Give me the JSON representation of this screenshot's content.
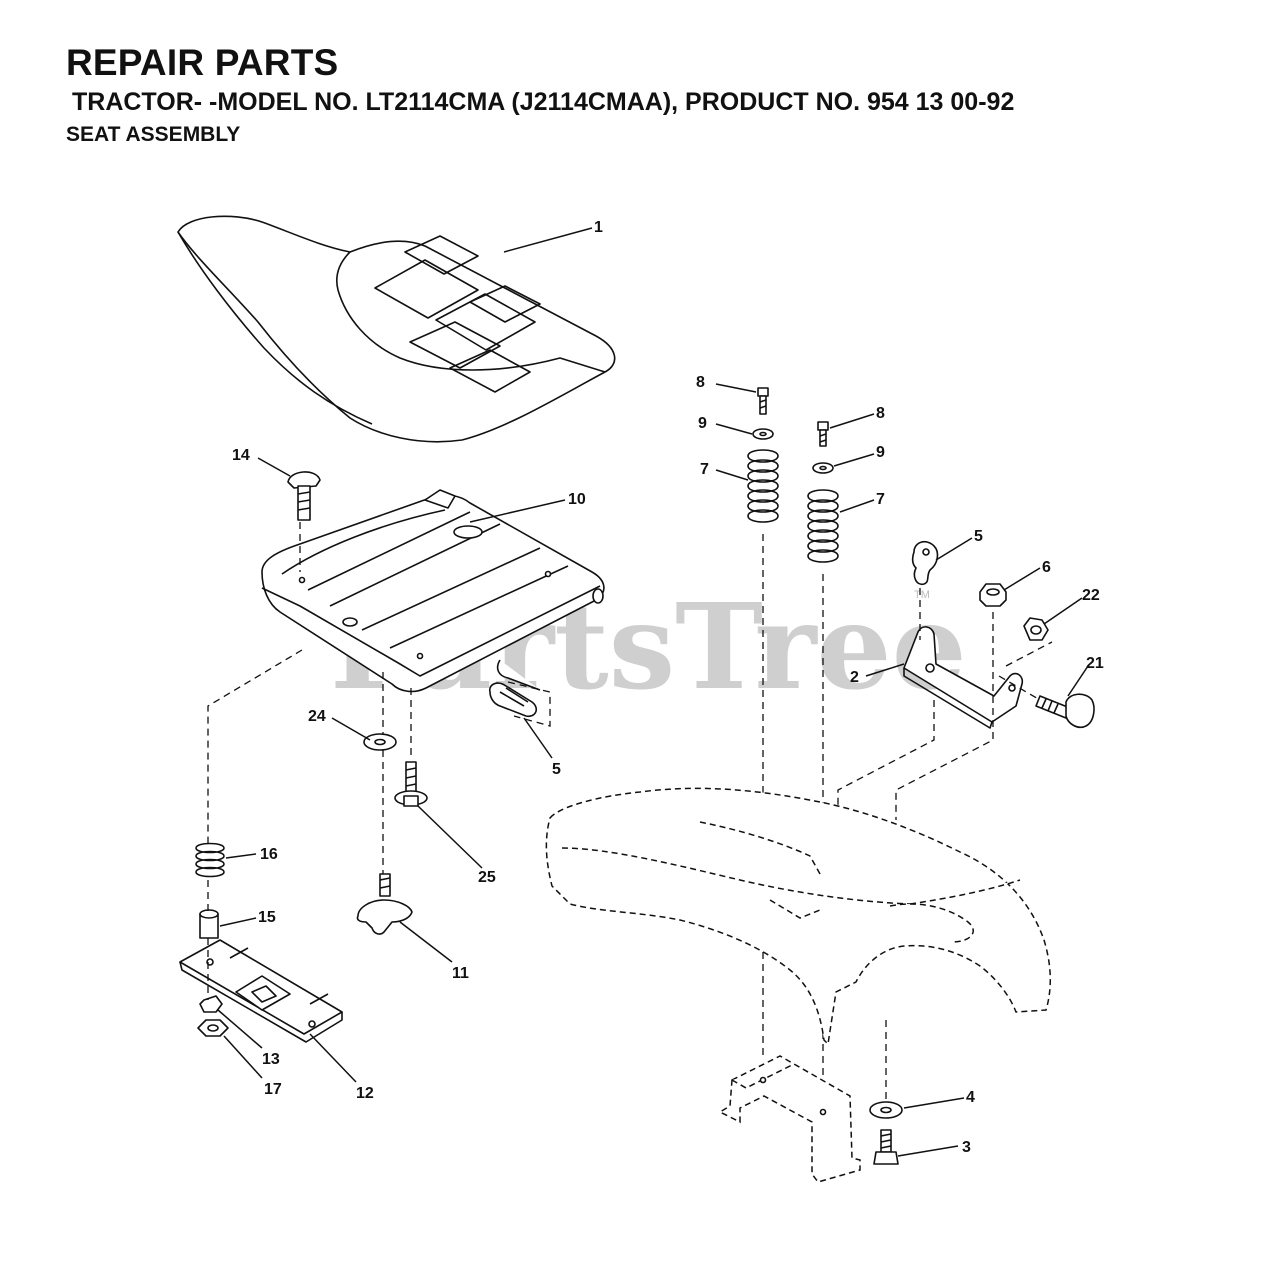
{
  "header": {
    "title": "REPAIR PARTS",
    "subtitle": "TRACTOR- -MODEL NO. LT2114CMA (J2114CMAA), PRODUCT NO. 954 13 00-92",
    "section": "SEAT ASSEMBLY"
  },
  "watermark": {
    "text": "PartsTree",
    "tm": "TM"
  },
  "callouts": [
    "1",
    "2",
    "3",
    "4",
    "5",
    "5",
    "6",
    "7",
    "7",
    "8",
    "8",
    "9",
    "9",
    "10",
    "11",
    "12",
    "13",
    "14",
    "15",
    "16",
    "17",
    "21",
    "22",
    "24",
    "25"
  ],
  "parts": [
    {
      "no": "1",
      "icon": "seat-icon"
    },
    {
      "no": "2",
      "icon": "bracket-icon"
    },
    {
      "no": "3",
      "icon": "bolt-icon"
    },
    {
      "no": "4",
      "icon": "washer-icon"
    },
    {
      "no": "5",
      "icon": "clip-icon"
    },
    {
      "no": "6",
      "icon": "nut-icon"
    },
    {
      "no": "7",
      "icon": "spring-icon"
    },
    {
      "no": "8",
      "icon": "screw-icon"
    },
    {
      "no": "9",
      "icon": "washer-icon"
    },
    {
      "no": "10",
      "icon": "seat-pan-icon"
    },
    {
      "no": "11",
      "icon": "knob-icon"
    },
    {
      "no": "12",
      "icon": "slide-plate-icon"
    },
    {
      "no": "13",
      "icon": "spacer-icon"
    },
    {
      "no": "14",
      "icon": "carriage-bolt-icon"
    },
    {
      "no": "15",
      "icon": "bushing-icon"
    },
    {
      "no": "16",
      "icon": "spring-icon"
    },
    {
      "no": "17",
      "icon": "nut-icon"
    },
    {
      "no": "21",
      "icon": "shoulder-bolt-icon"
    },
    {
      "no": "22",
      "icon": "lock-nut-icon"
    },
    {
      "no": "24",
      "icon": "washer-icon"
    },
    {
      "no": "25",
      "icon": "flange-bolt-icon"
    }
  ]
}
